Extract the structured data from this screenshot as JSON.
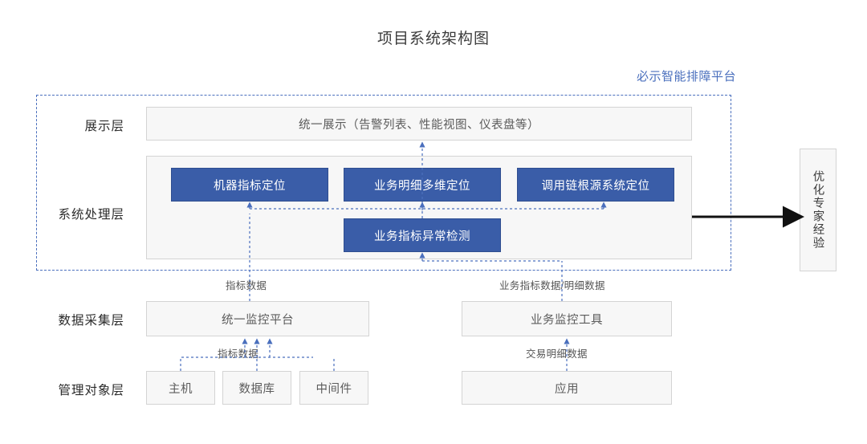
{
  "title": "项目系统架构图",
  "platform_label": "必示智能排障平台",
  "colors": {
    "accent_blue": "#3a5da8",
    "label_blue": "#4a6fbd",
    "box_fill": "#f7f7f7",
    "box_border": "#d4d4d4"
  },
  "rows": {
    "display_layer": "展示层",
    "process_layer": "系统处理层",
    "collect_layer": "数据采集层",
    "manage_layer": "管理对象层"
  },
  "display": {
    "unified_view": "统一展示（告警列表、性能视图、仪表盘等）"
  },
  "process": {
    "machine_metric": "机器指标定位",
    "business_detail": "业务明细多维定位",
    "trace_root": "调用链根源系统定位",
    "business_anomaly": "业务指标异常检测"
  },
  "collect": {
    "unified_monitor": "统一监控平台",
    "business_monitor": "业务监控工具"
  },
  "manage": {
    "host": "主机",
    "database": "数据库",
    "middleware": "中间件",
    "application": "应用"
  },
  "expert": {
    "label": "优化专家经验"
  },
  "edges": {
    "metric_data_top": "指标数据",
    "business_metric_detail": "业务指标数据/明细数据",
    "metric_data_bottom": "指标数据",
    "trade_detail_data": "交易明细数据"
  }
}
